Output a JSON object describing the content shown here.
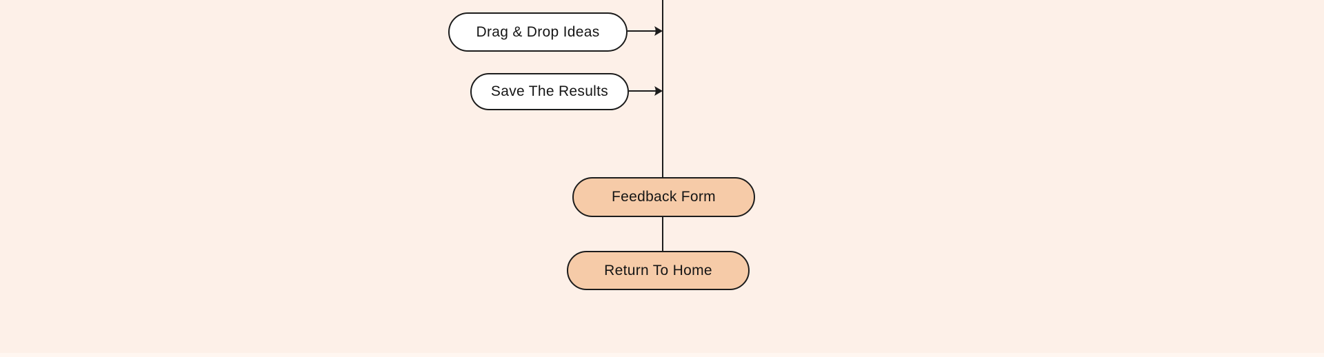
{
  "diagram": {
    "type": "flowchart",
    "direction": "top-down",
    "nodes": [
      {
        "id": "drag-drop-ideas",
        "label": "Drag & Drop Ideas",
        "style": "plain"
      },
      {
        "id": "save-the-results",
        "label": "Save The Results",
        "style": "plain"
      },
      {
        "id": "feedback-form",
        "label": "Feedback Form",
        "style": "highlight"
      },
      {
        "id": "return-to-home",
        "label": "Return To Home",
        "style": "highlight"
      }
    ],
    "edges": [
      {
        "from": "drag-drop-ideas",
        "to": "main-trunk",
        "arrow": "filled-triangle"
      },
      {
        "from": "save-the-results",
        "to": "main-trunk",
        "arrow": "filled-triangle"
      },
      {
        "from": "main-trunk",
        "to": "feedback-form",
        "arrow": "none"
      },
      {
        "from": "feedback-form",
        "to": "return-to-home",
        "arrow": "none"
      }
    ],
    "colors": {
      "background": "#fdf0e8",
      "node_fill_plain": "#ffffff",
      "node_fill_highlight": "#f6cba8",
      "stroke": "#1c1c1c",
      "text": "#151515"
    }
  }
}
